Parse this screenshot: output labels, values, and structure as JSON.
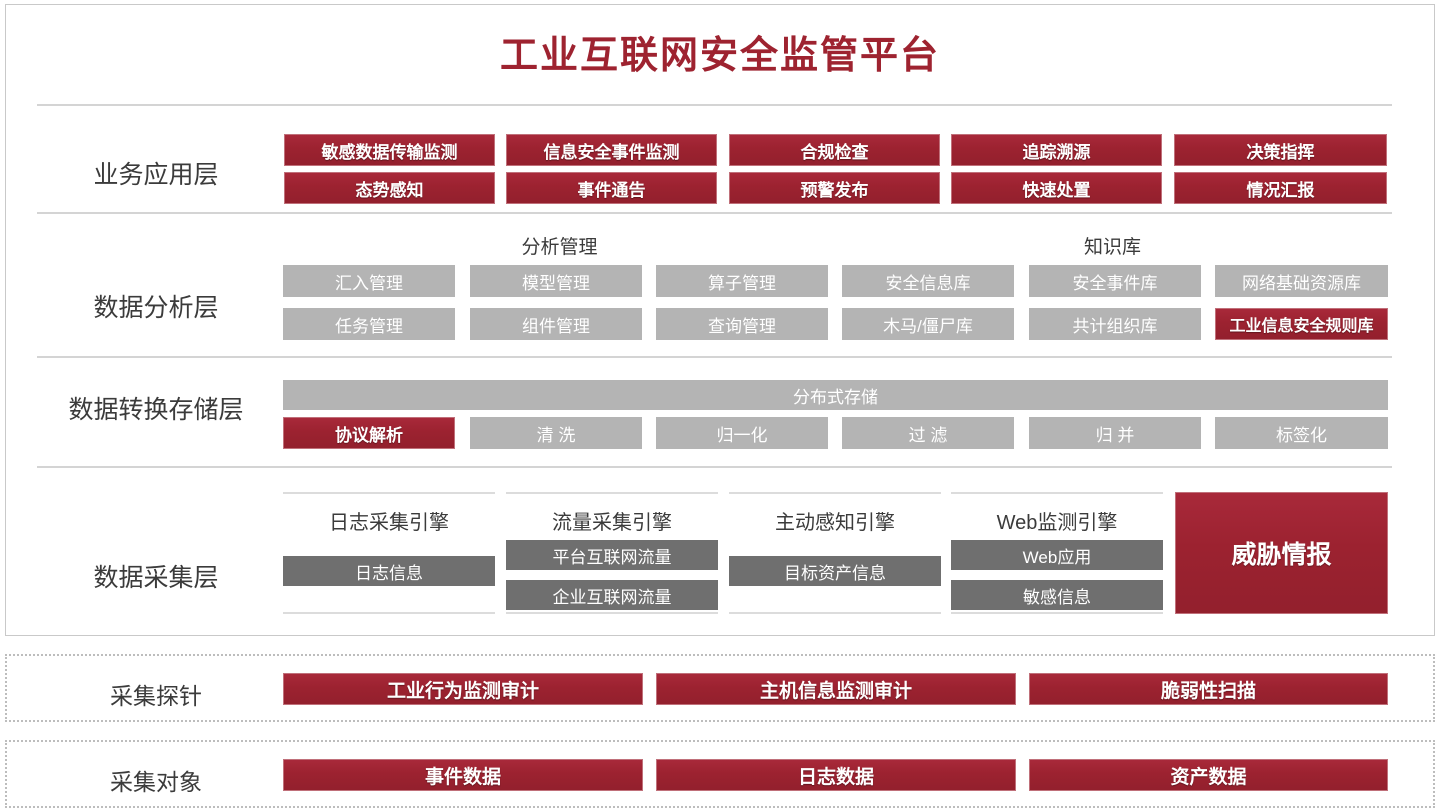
{
  "title": "工业互联网安全监管平台",
  "colors": {
    "accent_red": "#9E2330",
    "box_red": "#9c2230",
    "box_gray": "#b4b4b4",
    "box_dark_gray": "#6f6f6f",
    "label_text": "#3b3b3b",
    "rule": "#d4d4d4"
  },
  "layers": [
    {
      "label": "业务应用层",
      "rows": [
        [
          "敏感数据传输监测",
          "信息安全事件监测",
          "合规检查",
          "追踪溯源",
          "决策指挥"
        ],
        [
          "态势感知",
          "事件通告",
          "预警发布",
          "快速处置",
          "情况汇报"
        ]
      ]
    },
    {
      "label": "数据分析层",
      "captions": [
        "分析管理",
        "知识库"
      ],
      "rows": [
        [
          "汇入管理",
          "模型管理",
          "算子管理",
          "安全信息库",
          "安全事件库",
          "网络基础资源库"
        ],
        [
          "任务管理",
          "组件管理",
          "查询管理",
          "木马/僵尸库",
          "共计组织库",
          "工业信息安全规则库"
        ]
      ],
      "highlighted": [
        "工业信息安全规则库"
      ]
    },
    {
      "label": "数据转换存储层",
      "banner": "分布式存储",
      "rows": [
        [
          "协议解析",
          "清 洗",
          "归一化",
          "过 滤",
          "归 并",
          "标签化"
        ]
      ],
      "highlighted": [
        "协议解析"
      ]
    },
    {
      "label": "数据采集层",
      "engines": [
        {
          "title": "日志采集引擎",
          "items": [
            "日志信息"
          ]
        },
        {
          "title": "流量采集引擎",
          "items": [
            "平台互联网流量",
            "企业互联网流量"
          ]
        },
        {
          "title": "主动感知引擎",
          "items": [
            "目标资产信息"
          ]
        },
        {
          "title": "Web监测引擎",
          "items": [
            "Web应用",
            "敏感信息"
          ]
        }
      ],
      "feature_box": "威胁情报"
    }
  ],
  "bottom_sections": [
    {
      "label": "采集探针",
      "items": [
        "工业行为监测审计",
        "主机信息监测审计",
        "脆弱性扫描"
      ]
    },
    {
      "label": "采集对象",
      "items": [
        "事件数据",
        "日志数据",
        "资产数据"
      ]
    }
  ]
}
